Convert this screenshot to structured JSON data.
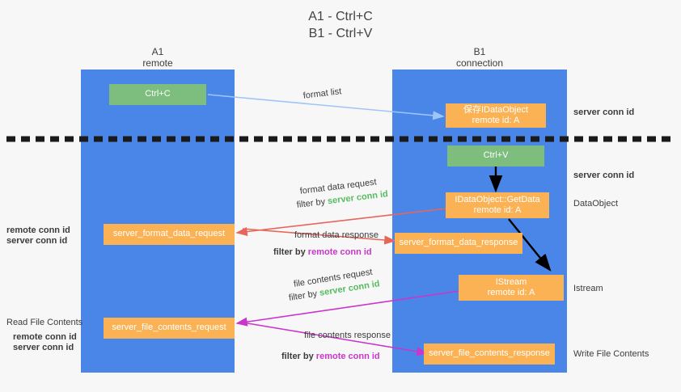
{
  "title": {
    "line1": "A1 - Ctrl+C",
    "line2": "B1 - Ctrl+V"
  },
  "lanes": [
    {
      "id": "a1",
      "name": "A1",
      "sub": "remote"
    },
    {
      "id": "b1",
      "name": "B1",
      "sub": "connection"
    }
  ],
  "colors": {
    "lane": "#4a86e8",
    "green_box": "#7dbd7d",
    "orange_box": "#fbb254",
    "green_text": "#57bb62",
    "magenta_text": "#c936c9",
    "arrow_blue": "#9fc5f8",
    "arrow_black": "#000000",
    "arrow_red": "#e8655a",
    "arrow_magenta": "#c936c9",
    "background": "#f7f7f7"
  },
  "boxes": {
    "ctrl_c": "Ctrl+C",
    "ctrl_v": "Ctrl+V",
    "save_dataobject_l1": "保存IDataObject",
    "save_dataobject_l2": "remote id: A",
    "getdata_l1": "IDataObject::GetData",
    "getdata_l2": "remote id: A",
    "istream_l1": "IStream",
    "istream_l2": "remote id: A",
    "server_format_data_request": "server_format_data_request",
    "server_format_data_response": "server_format_data_response",
    "server_file_contents_request": "server_file_contents_request",
    "server_file_contents_response": "server_file_contents_response"
  },
  "edge_labels": {
    "format_list": "format list",
    "format_data_request": "format data request",
    "format_data_request_filter_prefix": "filter by ",
    "format_data_request_filter_key": "server conn id",
    "format_data_response": "format data response",
    "format_data_response_filter_prefix": "filter by ",
    "format_data_response_filter_key": "remote conn id",
    "file_contents_request": "file contents request",
    "file_contents_request_filter_prefix": "filter by ",
    "file_contents_request_filter_key": "server conn id",
    "file_contents_response": "file contents response",
    "file_contents_response_filter_prefix": "filter by ",
    "file_contents_response_filter_key": "remote conn id"
  },
  "right_annotations": {
    "server_conn_id_top": "server conn id",
    "server_conn_id_second": "server conn id",
    "dataobject": "DataObject",
    "istream": "Istream",
    "write_file_contents": "Write File Contents"
  },
  "left_annotations": {
    "remote_conn_id_1": "remote conn id",
    "server_conn_id_1": "server conn id",
    "read_file_contents": "Read File Contents",
    "remote_conn_id_2": "remote conn id",
    "server_conn_id_2": "server conn id"
  }
}
